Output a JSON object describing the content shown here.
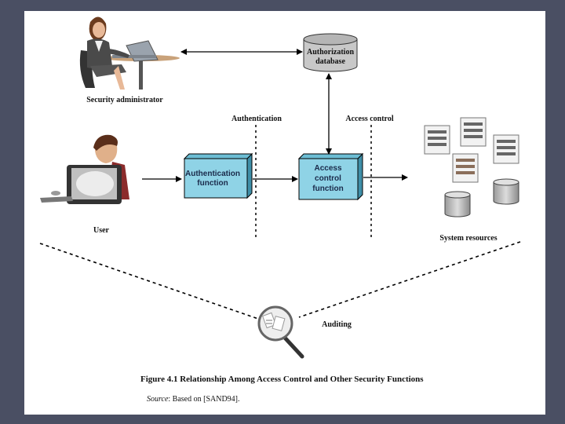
{
  "nodes": {
    "security_admin": "Security administrator",
    "authorization_db": [
      "Authorization",
      "database"
    ],
    "user": "User",
    "auth_function": [
      "Authentication",
      "function"
    ],
    "access_function": [
      "Access",
      "control",
      "function"
    ],
    "system_resources": "System resources",
    "auditing": "Auditing"
  },
  "zones": {
    "authentication": "Authentication",
    "access_control": "Access control"
  },
  "caption": {
    "figure": "Figure 4.1   Relationship Among Access Control and Other Security Functions",
    "source_label": "Source",
    "source_text": ": Based on [SAND94]."
  },
  "colors": {
    "box_front": "#8fd3e6",
    "box_side": "#3f8fa8",
    "db_fill": "#c8c8c8"
  },
  "icons": [
    "woman-at-laptop-icon",
    "man-at-computer-icon",
    "document-stack-icon",
    "database-cylinder-icon",
    "magnifying-glass-icon"
  ]
}
